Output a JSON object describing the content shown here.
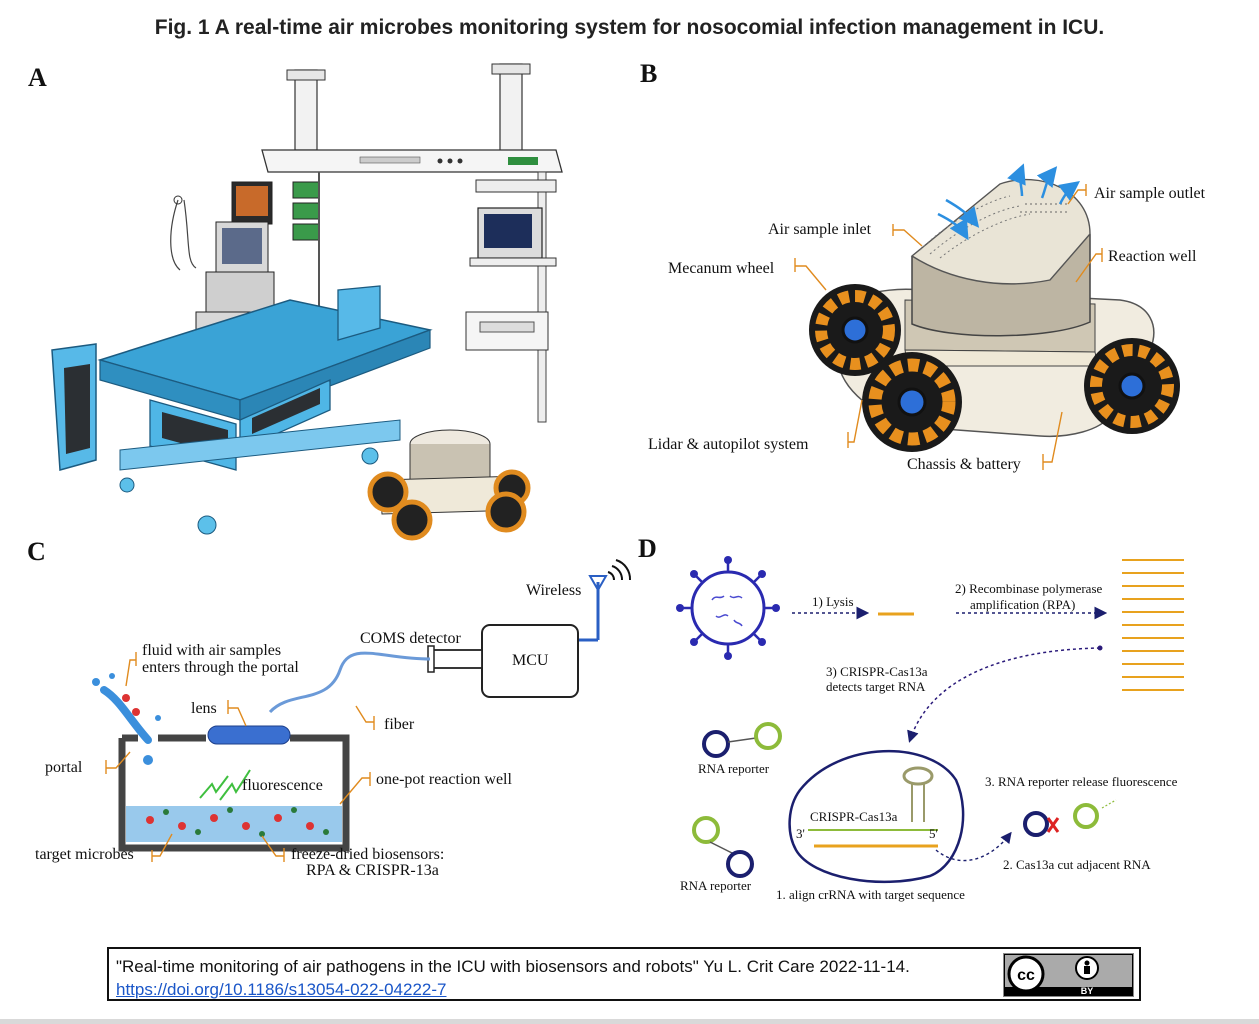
{
  "title": "Fig. 1 A real-time air microbes monitoring system for nosocomial infection management in ICU.",
  "panels": {
    "a": "A",
    "b": "B",
    "c": "C",
    "d": "D"
  },
  "panel_b": {
    "air_outlet": "Air sample outlet",
    "air_inlet": "Air sample inlet",
    "reaction_well": "Reaction well",
    "mecanum_wheel": "Mecanum wheel",
    "lidar": "Lidar & autopilot system",
    "chassis": "Chassis & battery"
  },
  "panel_c": {
    "wireless": "Wireless",
    "coms_detector": "COMS detector",
    "mcu": "MCU",
    "fluid_line1": "fluid with air samples",
    "fluid_line2": "enters through the portal",
    "lens": "lens",
    "fiber": "fiber",
    "portal": "portal",
    "fluorescence": "fluorescence",
    "reaction_well": "one-pot reaction well",
    "target_microbes": "target microbes",
    "biosensors_line1": "freeze-dried biosensors:",
    "biosensors_line2": "RPA & CRISPR-13a"
  },
  "panel_d": {
    "lysis": "1) Lysis",
    "rpa_line1": "2) Recombinase polymerase",
    "rpa_line2": "amplification (RPA)",
    "detect_line1": "3) CRISPR-Cas13a",
    "detect_line2": "detects target RNA",
    "rna_reporter_top": "RNA reporter",
    "rna_reporter_bottom": "RNA reporter",
    "cas13a": "CRISPR-Cas13a",
    "three_prime": "3'",
    "five_prime": "5'",
    "release": "3. RNA reporter release fluorescence",
    "cut": "2. Cas13a cut adjacent RNA",
    "align": "1. align crRNA with target sequence"
  },
  "citation": {
    "text": "\"Real-time monitoring of air pathogens in the ICU with biosensors and robots\" Yu L. Crit Care 2022-11-14.",
    "link": "https://doi.org/10.1186/s13054-022-04222-7",
    "cc": "cc",
    "by": "BY"
  },
  "colors": {
    "bed_blue": "#4fb6e6",
    "orange": "#f0a030",
    "navy": "#1b1f6e",
    "green_ring": "#8dbb3a",
    "lens_blue": "#3a6fd0",
    "link_blue": "#1a56c8"
  }
}
